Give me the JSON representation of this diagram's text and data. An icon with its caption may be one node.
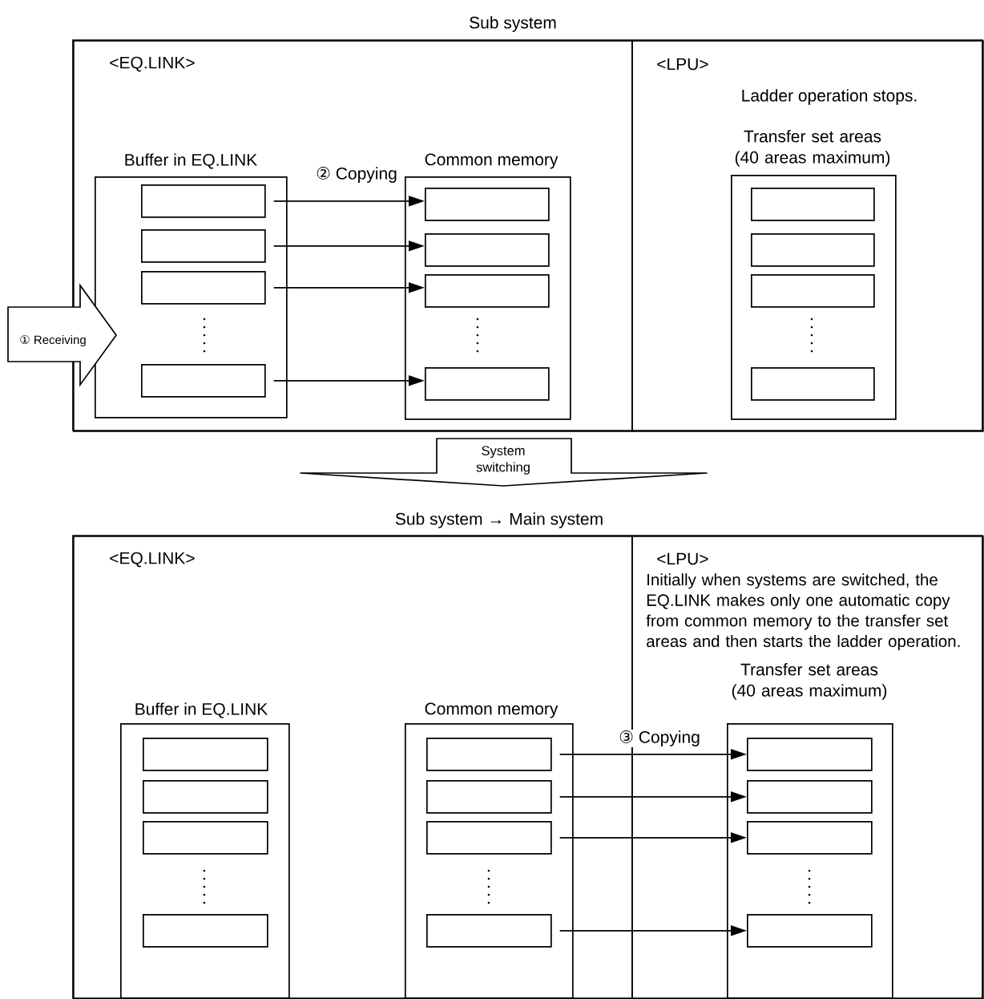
{
  "diagram": {
    "nodes": [
      {
        "text": [
          "Sub system"
        ]
      },
      {
        "text": [
          "<EQ.LINK>"
        ],
        "in": 0
      },
      {
        "text": [
          "Buffer in EQ.LINK"
        ],
        "in": 1
      },
      {
        "text": [],
        "shape": "box",
        "in": 2
      },
      {
        "text": [],
        "shape": "box",
        "in": 2
      },
      {
        "text": [],
        "shape": "box",
        "in": 2
      },
      {
        "text": [],
        "shape": "box",
        "in": 2
      },
      {
        "text": [
          "Common memory"
        ],
        "in": 1
      },
      {
        "text": [],
        "shape": "box",
        "in": 7
      },
      {
        "text": [],
        "shape": "box",
        "in": 7
      },
      {
        "text": [],
        "shape": "box",
        "in": 7
      },
      {
        "text": [],
        "shape": "box",
        "in": 7
      },
      {
        "text": [
          "<LPU>",
          "Ladder operation stops."
        ],
        "in": 0
      },
      {
        "text": [
          "Transfer set areas (40 areas maximum)"
        ],
        "in": 12
      },
      {
        "text": [],
        "shape": "box",
        "in": 13
      },
      {
        "text": [],
        "shape": "box",
        "in": 13
      },
      {
        "text": [],
        "shape": "box",
        "in": 13
      },
      {
        "text": [],
        "shape": "box",
        "in": 13
      },
      {
        "text": [
          "① Receiving"
        ]
      },
      {
        "text": [
          "System switching"
        ]
      },
      {
        "text": [
          "Sub system → Main system"
        ]
      },
      {
        "text": [
          "<EQ.LINK>"
        ],
        "in": 20
      },
      {
        "text": [
          "Buffer in EQ.LINK"
        ],
        "in": 21
      },
      {
        "text": [],
        "shape": "box",
        "in": 22
      },
      {
        "text": [],
        "shape": "box",
        "in": 22
      },
      {
        "text": [],
        "shape": "box",
        "in": 22
      },
      {
        "text": [],
        "shape": "box",
        "in": 22
      },
      {
        "text": [
          "Common memory"
        ],
        "in": 21
      },
      {
        "text": [],
        "shape": "box",
        "in": 27
      },
      {
        "text": [],
        "shape": "box",
        "in": 27
      },
      {
        "text": [],
        "shape": "box",
        "in": 27
      },
      {
        "text": [],
        "shape": "box",
        "in": 27
      },
      {
        "text": [
          "<LPU>",
          "Initially when systems are switched, the EQ.LINK makes only one automatic copy from common memory to the transfer set areas and then starts the ladder operation."
        ],
        "in": 20
      },
      {
        "text": [
          "Transfer set areas (40 areas maximum)"
        ],
        "in": 32
      },
      {
        "text": [],
        "shape": "box",
        "in": 33
      },
      {
        "text": [],
        "shape": "box",
        "in": 33
      },
      {
        "text": [],
        "shape": "box",
        "in": 33
      },
      {
        "text": [],
        "shape": "box",
        "in": 33
      }
    ],
    "edges": [
      {
        "from": 3,
        "to": 8,
        "arrow": "to",
        "label": "② Copying"
      },
      {
        "from": 4,
        "to": 9,
        "arrow": "to"
      },
      {
        "from": 5,
        "to": 10,
        "arrow": "to"
      },
      {
        "from": 6,
        "to": 11,
        "arrow": "to"
      },
      {
        "from": 28,
        "to": 34,
        "arrow": "to",
        "label": "③ Copying"
      },
      {
        "from": 29,
        "to": 35,
        "arrow": "to"
      },
      {
        "from": 30,
        "to": 36,
        "arrow": "to"
      },
      {
        "from": 31,
        "to": 37,
        "arrow": "to"
      }
    ]
  }
}
